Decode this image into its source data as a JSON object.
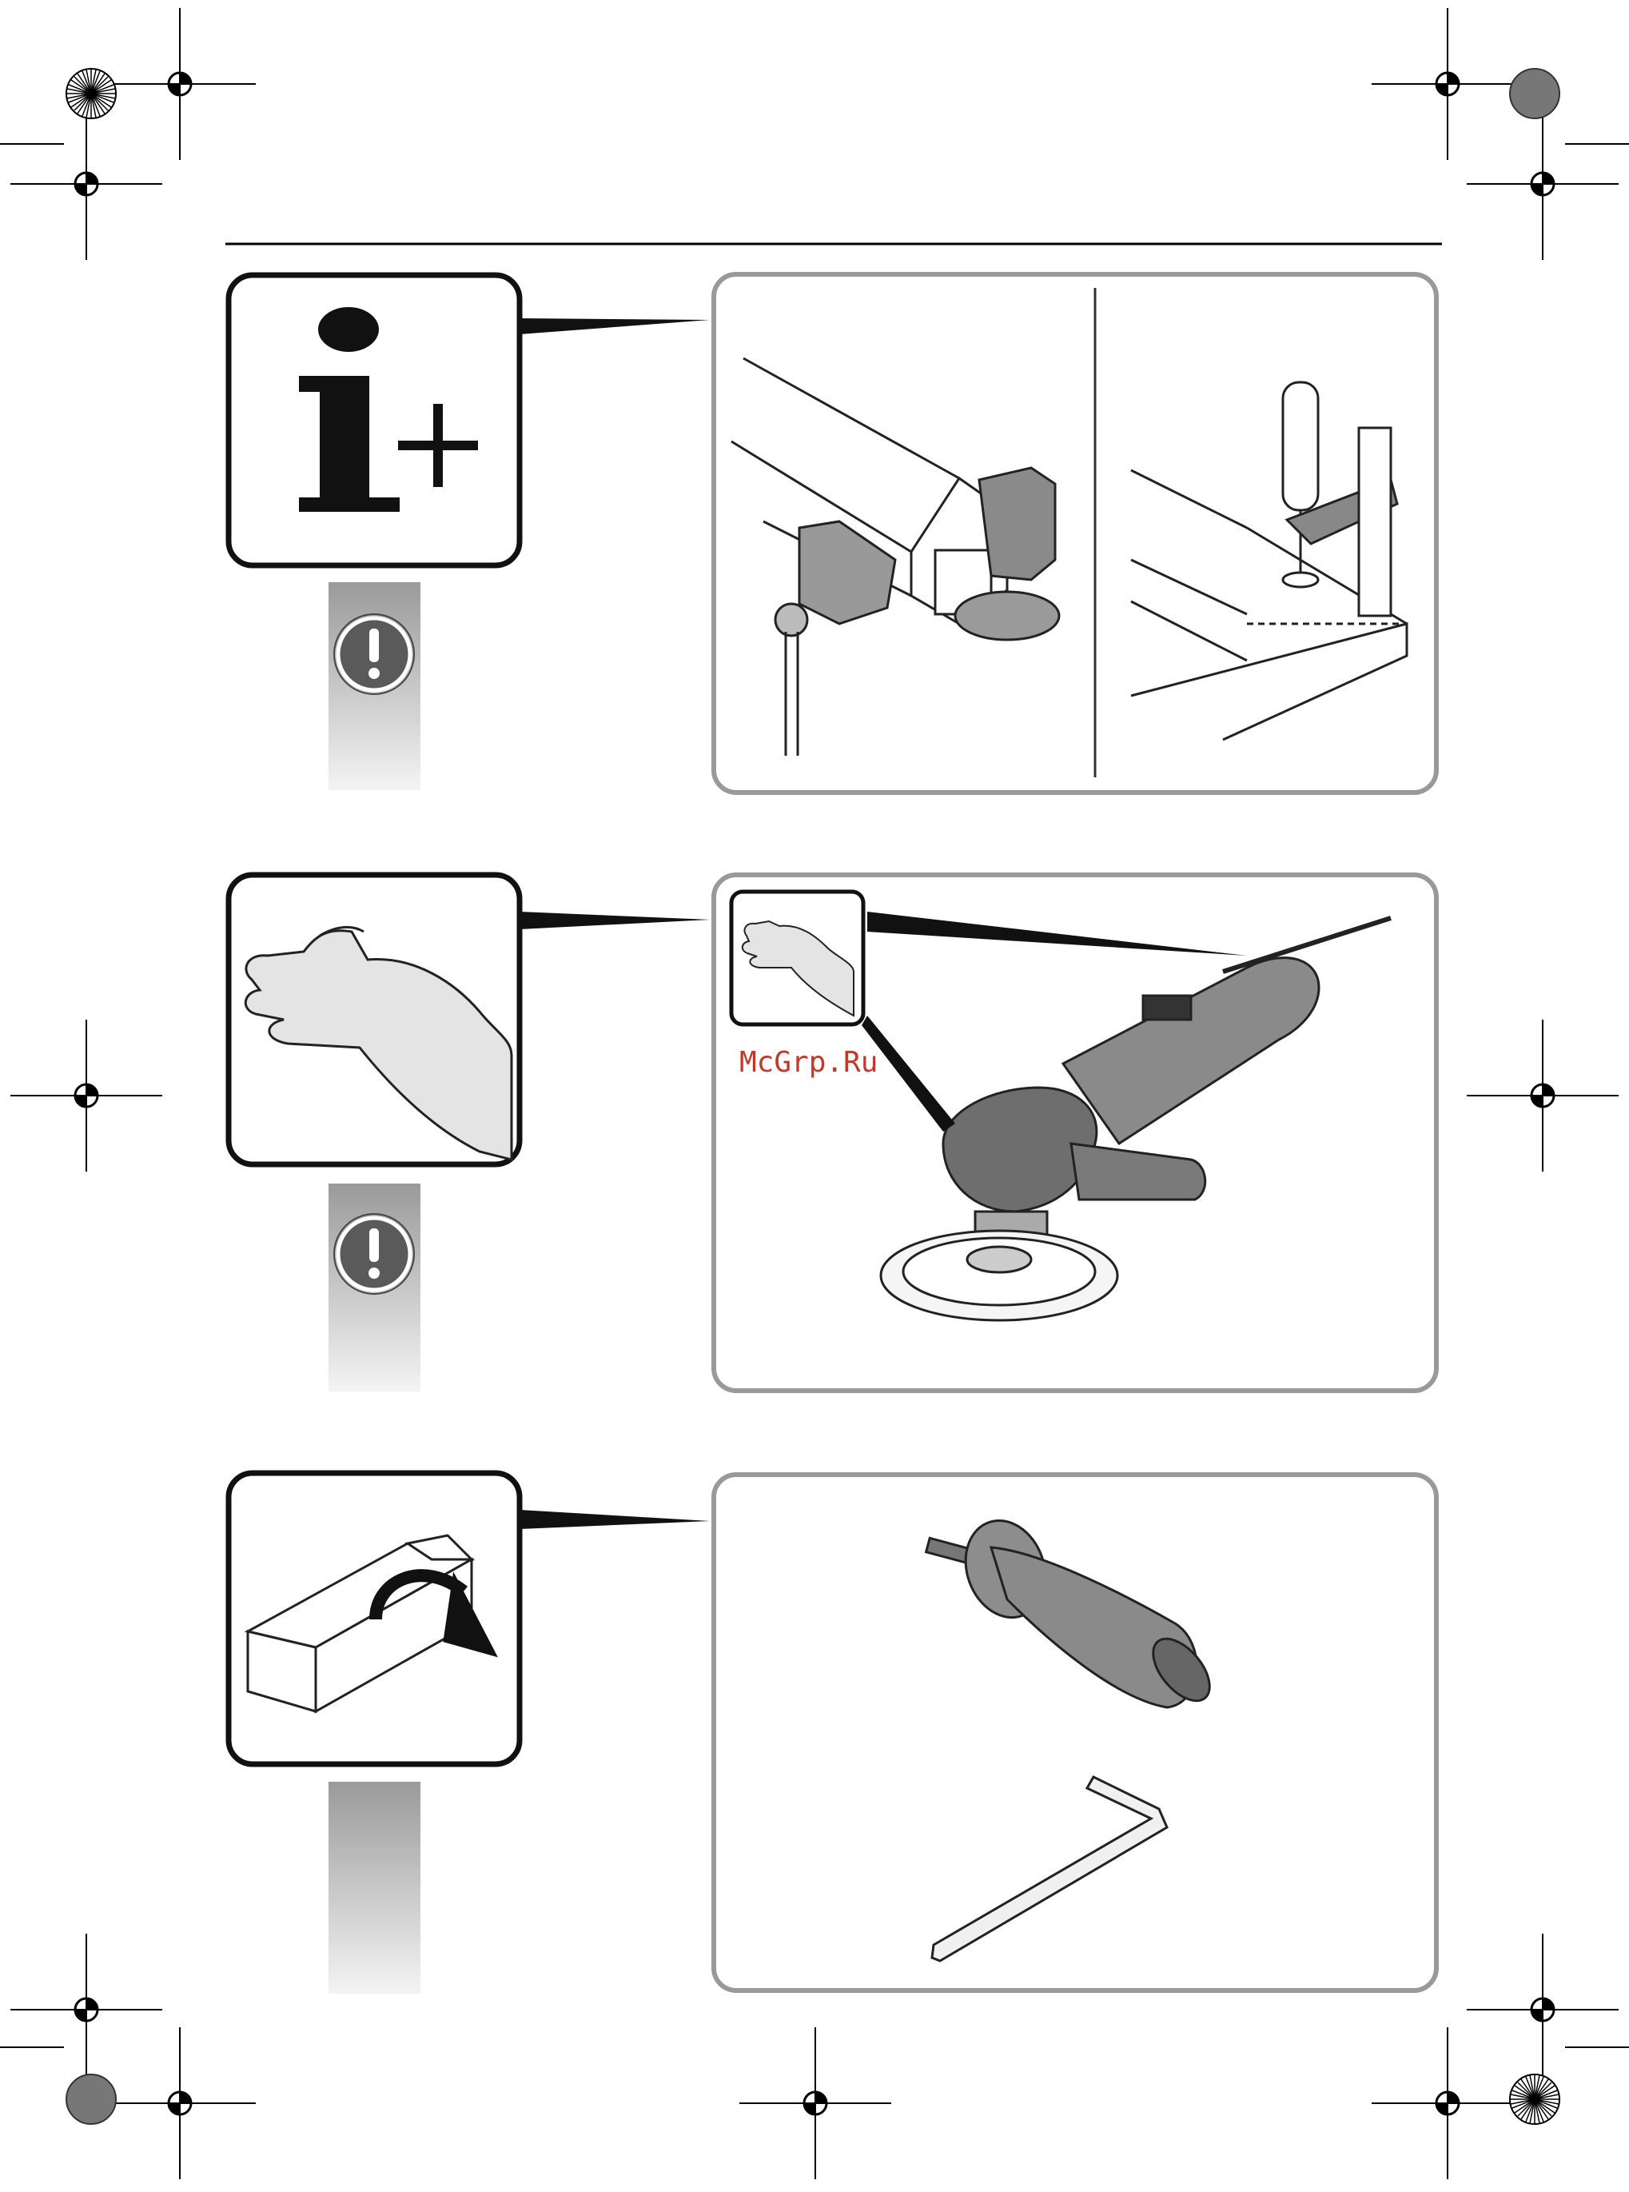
{
  "page": {
    "background": "#ffffff"
  },
  "watermark": {
    "text": "McGrp.Ru",
    "color": "#c0392b"
  },
  "sections": [
    {
      "symbol_icon": "info-plus-icon",
      "symbol_text": "i+",
      "warning_icon": "exclamation-warning-icon",
      "illustration": "workpiece-clamping-vise-and-clamp"
    },
    {
      "symbol_icon": "hand-icon",
      "warning_icon": "exclamation-warning-icon",
      "illustration": "hand-holding-polisher"
    },
    {
      "symbol_icon": "open-box-icon",
      "illustration": "supplied-accessories-handle-and-hex-key"
    }
  ],
  "colors": {
    "frame_border": "#999999",
    "symbol_border": "#111111",
    "gray_strip_top": "#9a9a9a",
    "gray_strip_bottom": "#f2f2f2"
  }
}
